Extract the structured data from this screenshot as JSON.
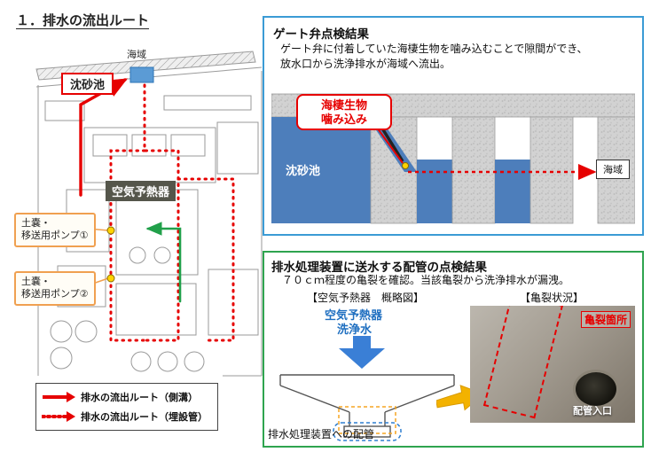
{
  "page": {
    "title": "１．排水の流出ルート"
  },
  "map": {
    "sea_label": "海域",
    "basin_label": "沈砂池",
    "preheater_label": "空気予熱器",
    "pump1_line1": "土嚢・",
    "pump1_line2": "移送用ポンプ①",
    "pump2_line1": "土嚢・",
    "pump2_line2": "移送用ポンプ②",
    "legend": {
      "solid_label": "排水の流出ルート（側溝）",
      "dashed_label": "排水の流出ルート（埋設管）"
    }
  },
  "gate_panel": {
    "title": "ゲート弁点検結果",
    "desc_line1": "ゲート弁に付着していた海棲生物を噛み込むことで隙間ができ、",
    "desc_line2": "放水口から洗浄排水が海域へ流出。",
    "callout_line1": "海棲生物",
    "callout_line2": "噛み込み",
    "basin_label": "沈砂池",
    "sea_label": "海域"
  },
  "pipe_panel": {
    "title": "排水処理装置に送水する配管の点検結果",
    "desc": "７０ｃｍ程度の亀裂を確認。当該亀裂から洗浄排水が漏洩。",
    "schematic_caption": "【空気予熱器　概略図】",
    "crack_caption": "【亀裂状況】",
    "washwater_line1": "空気予熱器",
    "washwater_line2": "洗浄水",
    "pipe_label": "排水処理装置への配管",
    "crack_label": "亀裂箇所",
    "inlet_label": "配管入口"
  },
  "colors": {
    "route_red": "#e60000",
    "route_green": "#21a04a",
    "gate_panel_border": "#3b9bd5",
    "pipe_panel_border": "#2fa44f",
    "pump_box_border": "#f0a050",
    "water_blue": "#4d7ebb",
    "highlight_yellow": "#f3b200"
  }
}
